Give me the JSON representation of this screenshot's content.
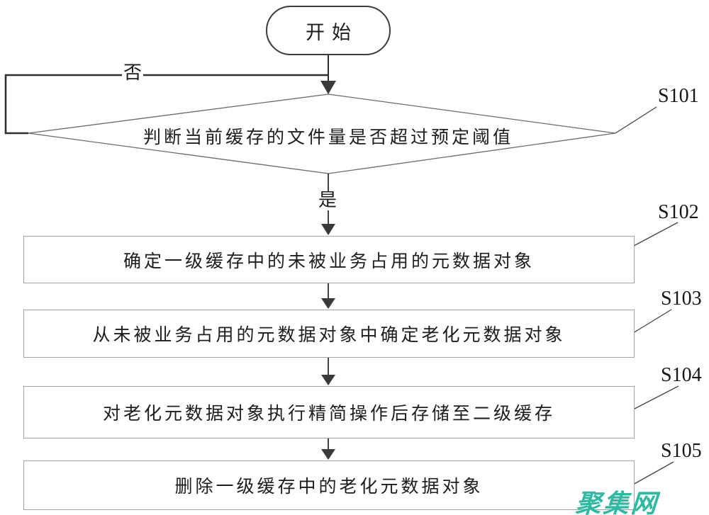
{
  "flowchart": {
    "start": {
      "label": "开始"
    },
    "decision": {
      "id": "S101",
      "text": "判断当前缓存的文件量是否超过预定阈值",
      "yes_label": "是",
      "no_label": "否"
    },
    "steps": [
      {
        "id": "S102",
        "text": "确定一级缓存中的未被业务占用的元数据对象"
      },
      {
        "id": "S103",
        "text": "从未被业务占用的元数据对象中确定老化元数据对象"
      },
      {
        "id": "S104",
        "text": "对老化元数据对象执行精简操作后存储至二级缓存"
      },
      {
        "id": "S105",
        "text": "删除一级缓存中的老化元数据对象"
      }
    ],
    "watermark": {
      "text": "聚集网",
      "color": "#2dbaa2"
    },
    "colors": {
      "line": "#2e2e2e",
      "shape_outline": "#6a6a6a",
      "box_border": "#a2a2a2"
    }
  }
}
